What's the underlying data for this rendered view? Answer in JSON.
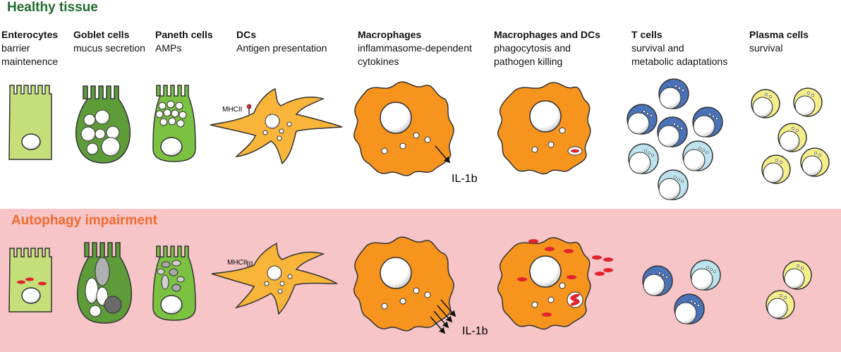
{
  "sections": {
    "healthy_title": "Healthy tissue",
    "impairment_title": "Autophagy impairment"
  },
  "columns": [
    {
      "name": "Enterocytes",
      "desc": "barrier\nmaintenence"
    },
    {
      "name": "Goblet cells",
      "desc": "mucus secretion"
    },
    {
      "name": "Paneth cells",
      "desc": "AMPs"
    },
    {
      "name": "DCs",
      "desc": "Antigen presentation"
    },
    {
      "name": "Macrophages",
      "desc": "inflammasome-dependent\ncytokines"
    },
    {
      "name": "Macrophages and DCs",
      "desc": "phagocytosis and\npathogen killing"
    },
    {
      "name": "T cells",
      "desc": "survival and\nmetabolic adaptations"
    },
    {
      "name": "Plasma cells",
      "desc": "survival"
    }
  ],
  "labels": {
    "mhcii_healthy": "MHCII",
    "mhcii_impaired": "MHCII",
    "il1b_healthy": "IL-1b",
    "il1b_impaired": "IL-1b"
  },
  "colors": {
    "healthy_title": "#1e6b2b",
    "impairment_title": "#f26a2e",
    "impairment_bg": "#f7c5c8",
    "enterocyte": "#c5e07a",
    "goblet": "#5e9c3a",
    "paneth": "#7cc242",
    "dc_orange": "#f9b43a",
    "macrophage": "#f7941d",
    "t_cell_dark": "#4a72b8",
    "t_cell_light": "#bde3ef",
    "plasma": "#f4ee8a",
    "bacteria": "#e0232e"
  }
}
